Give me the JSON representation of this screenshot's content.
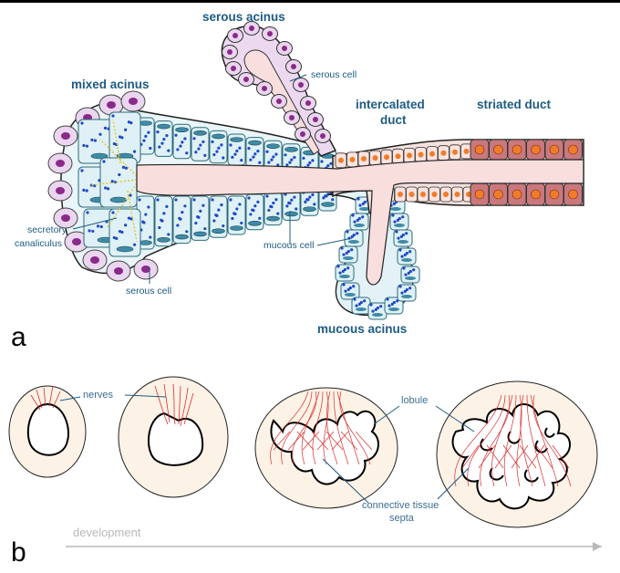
{
  "panel_a": {
    "letter": "a",
    "labels": {
      "serous_acinus": "serous acinus",
      "mixed_acinus": "mixed acinus",
      "intercalated_duct_1": "intercalated",
      "intercalated_duct_2": "duct",
      "striated_duct": "striated duct",
      "serous_cell_top": "serous cell",
      "secretory_canaliculus_1": "secretory",
      "secretory_canaliculus_2": "canaliculus",
      "mucous_cell": "mucous cell",
      "serous_cell_bottom": "serous cell",
      "mucous_acinus": "mucous acinus"
    }
  },
  "panel_b": {
    "letter": "b",
    "labels": {
      "nerves": "nerves",
      "lobule": "lobule",
      "septa_1": "connective tissue",
      "septa_2": "septa",
      "development": "development"
    }
  },
  "colors": {
    "lumen": "#f9dede",
    "mucous_cell_fill": "#dff1f6",
    "mucous_dots": "#1f49c7",
    "serous_cell_fill": "#ead6ee",
    "serous_nucleus": "#8a2a8a",
    "striated_cell_fill": "#c9787d",
    "striated_nucleus": "#f07c2a",
    "intercalated_cell_fill": "#fbe3df",
    "label_blue": "#1d5b82",
    "gland_fill": "#fdf2e6",
    "nerve_red": "#d92e2e"
  }
}
